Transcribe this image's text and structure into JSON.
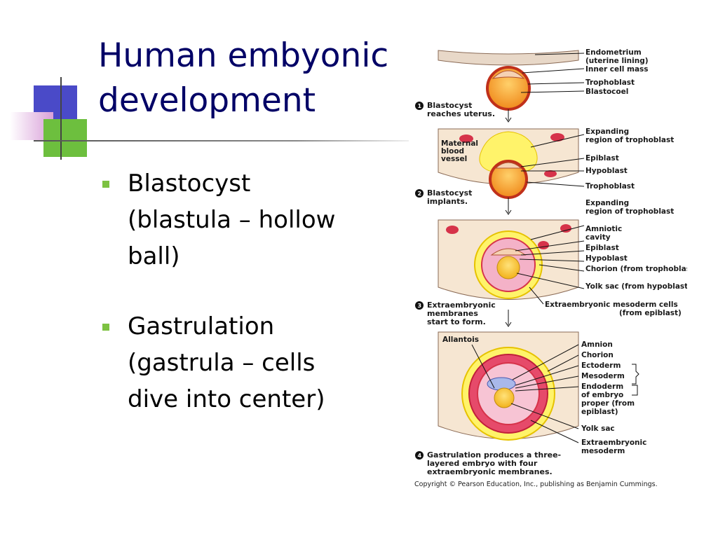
{
  "slide": {
    "title_lines": [
      "Human embyonic",
      "development"
    ],
    "bullets": [
      {
        "lines": [
          "Blastocyst",
          "(blastula – hollow",
          "ball)"
        ]
      },
      {
        "lines": [
          "Gastrulation",
          "(gastrula – cells",
          "dive into center)"
        ]
      }
    ],
    "colors": {
      "title": "#000066",
      "bullet_marker": "#7dc242",
      "deco_blue": "#4a4ac8",
      "deco_green": "#6dbf3e",
      "deco_pink": "#d9a0d9"
    }
  },
  "diagram": {
    "steps": [
      {
        "number": "1",
        "caption": [
          "Blastocyst",
          "reaches uterus."
        ]
      },
      {
        "number": "2",
        "caption": [
          "Blastocyst",
          "implants."
        ]
      },
      {
        "number": "3",
        "caption": [
          "Extraembryonic",
          "membranes",
          "start to form."
        ]
      },
      {
        "number": "4",
        "caption": [
          "Gastrulation produces a three-",
          "layered embryo with four",
          "extraembryonic membranes."
        ]
      }
    ],
    "panel1_labels": [
      "Endometrium",
      "(uterine lining)",
      "Inner cell mass",
      "Trophoblast",
      "Blastocoel"
    ],
    "panel2_left_label": [
      "Maternal",
      "blood",
      "vessel"
    ],
    "panel2_labels": [
      "Expanding",
      "region of trophoblast",
      "Epiblast",
      "Hypoblast",
      "Trophoblast"
    ],
    "panel3_labels": [
      "Expanding",
      "region of trophoblast",
      "Amniotic",
      "cavity",
      "Epiblast",
      "Hypoblast",
      "Chorion (from trophoblast)",
      "Yolk sac (from hypoblast)"
    ],
    "panel3_bottom_label": [
      "Extraembryonic mesoderm cells",
      "(from epiblast)"
    ],
    "panel4_left_label": "Allantois",
    "panel4_labels": [
      "Amnion",
      "Chorion",
      "Ectoderm",
      "Mesoderm",
      "Endoderm",
      "of embryo",
      "proper (from",
      "epiblast)",
      "Yolk sac",
      "Extraembryonic",
      "mesoderm"
    ],
    "copyright": "Copyright © Pearson Education, Inc., publishing as Benjamin Cummings."
  }
}
